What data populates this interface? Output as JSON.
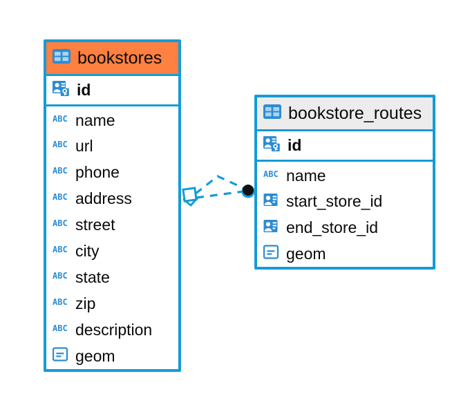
{
  "diagram": {
    "type": "entity-relationship-diagram",
    "colors": {
      "table_border": "#159BD7",
      "header_highlight": "#FF8040",
      "header_default": "#ECECEC",
      "icon_blue": "#2B8CD4",
      "relationship_line": "#159BD7",
      "text": "#0A0A0A"
    },
    "tables": [
      {
        "name": "bookstores",
        "header_style": "highlight",
        "table_icon": "table-icon",
        "fields": [
          {
            "name": "id",
            "icon": "primary-key-icon",
            "type_hint": "key"
          },
          {
            "name": "name",
            "icon": "abc-text-icon",
            "type_hint": "text"
          },
          {
            "name": "url",
            "icon": "abc-text-icon",
            "type_hint": "text"
          },
          {
            "name": "phone",
            "icon": "abc-text-icon",
            "type_hint": "text"
          },
          {
            "name": "address",
            "icon": "abc-text-icon",
            "type_hint": "text"
          },
          {
            "name": "street",
            "icon": "abc-text-icon",
            "type_hint": "text"
          },
          {
            "name": "city",
            "icon": "abc-text-icon",
            "type_hint": "text"
          },
          {
            "name": "state",
            "icon": "abc-text-icon",
            "type_hint": "text"
          },
          {
            "name": "zip",
            "icon": "abc-text-icon",
            "type_hint": "text"
          },
          {
            "name": "description",
            "icon": "abc-text-icon",
            "type_hint": "text"
          },
          {
            "name": "geom",
            "icon": "geometry-icon",
            "type_hint": "geometry"
          }
        ]
      },
      {
        "name": "bookstore_routes",
        "header_style": "default",
        "table_icon": "table-icon",
        "fields": [
          {
            "name": "id",
            "icon": "primary-key-icon",
            "type_hint": "key"
          },
          {
            "name": "name",
            "icon": "abc-text-icon",
            "type_hint": "text"
          },
          {
            "name": "start_store_id",
            "icon": "foreign-key-icon",
            "type_hint": "reference"
          },
          {
            "name": "end_store_id",
            "icon": "foreign-key-icon",
            "type_hint": "reference"
          },
          {
            "name": "geom",
            "icon": "geometry-icon",
            "type_hint": "geometry"
          }
        ]
      }
    ],
    "relationship": {
      "from_table": "bookstores",
      "to_table": "bookstore_routes",
      "from_marker": "diamond-crowsfoot-marker",
      "to_marker": "filled-circle-marker",
      "line_style": "dashed"
    }
  }
}
